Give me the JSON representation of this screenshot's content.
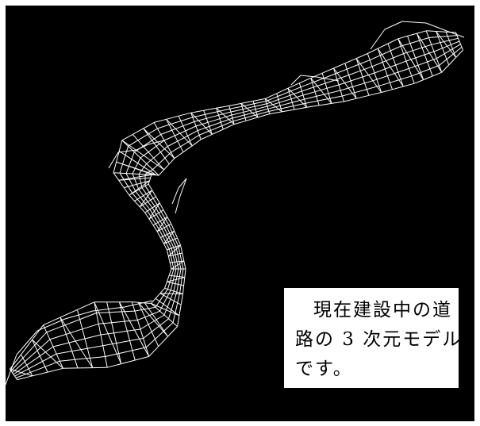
{
  "image": {
    "subject": "road-wireframe-3d-model",
    "background_color": "#000000",
    "line_color": "#ffffff"
  },
  "caption": {
    "lines": [
      "現在建設中の道",
      "路の 3 次元モデル",
      "です。"
    ]
  }
}
